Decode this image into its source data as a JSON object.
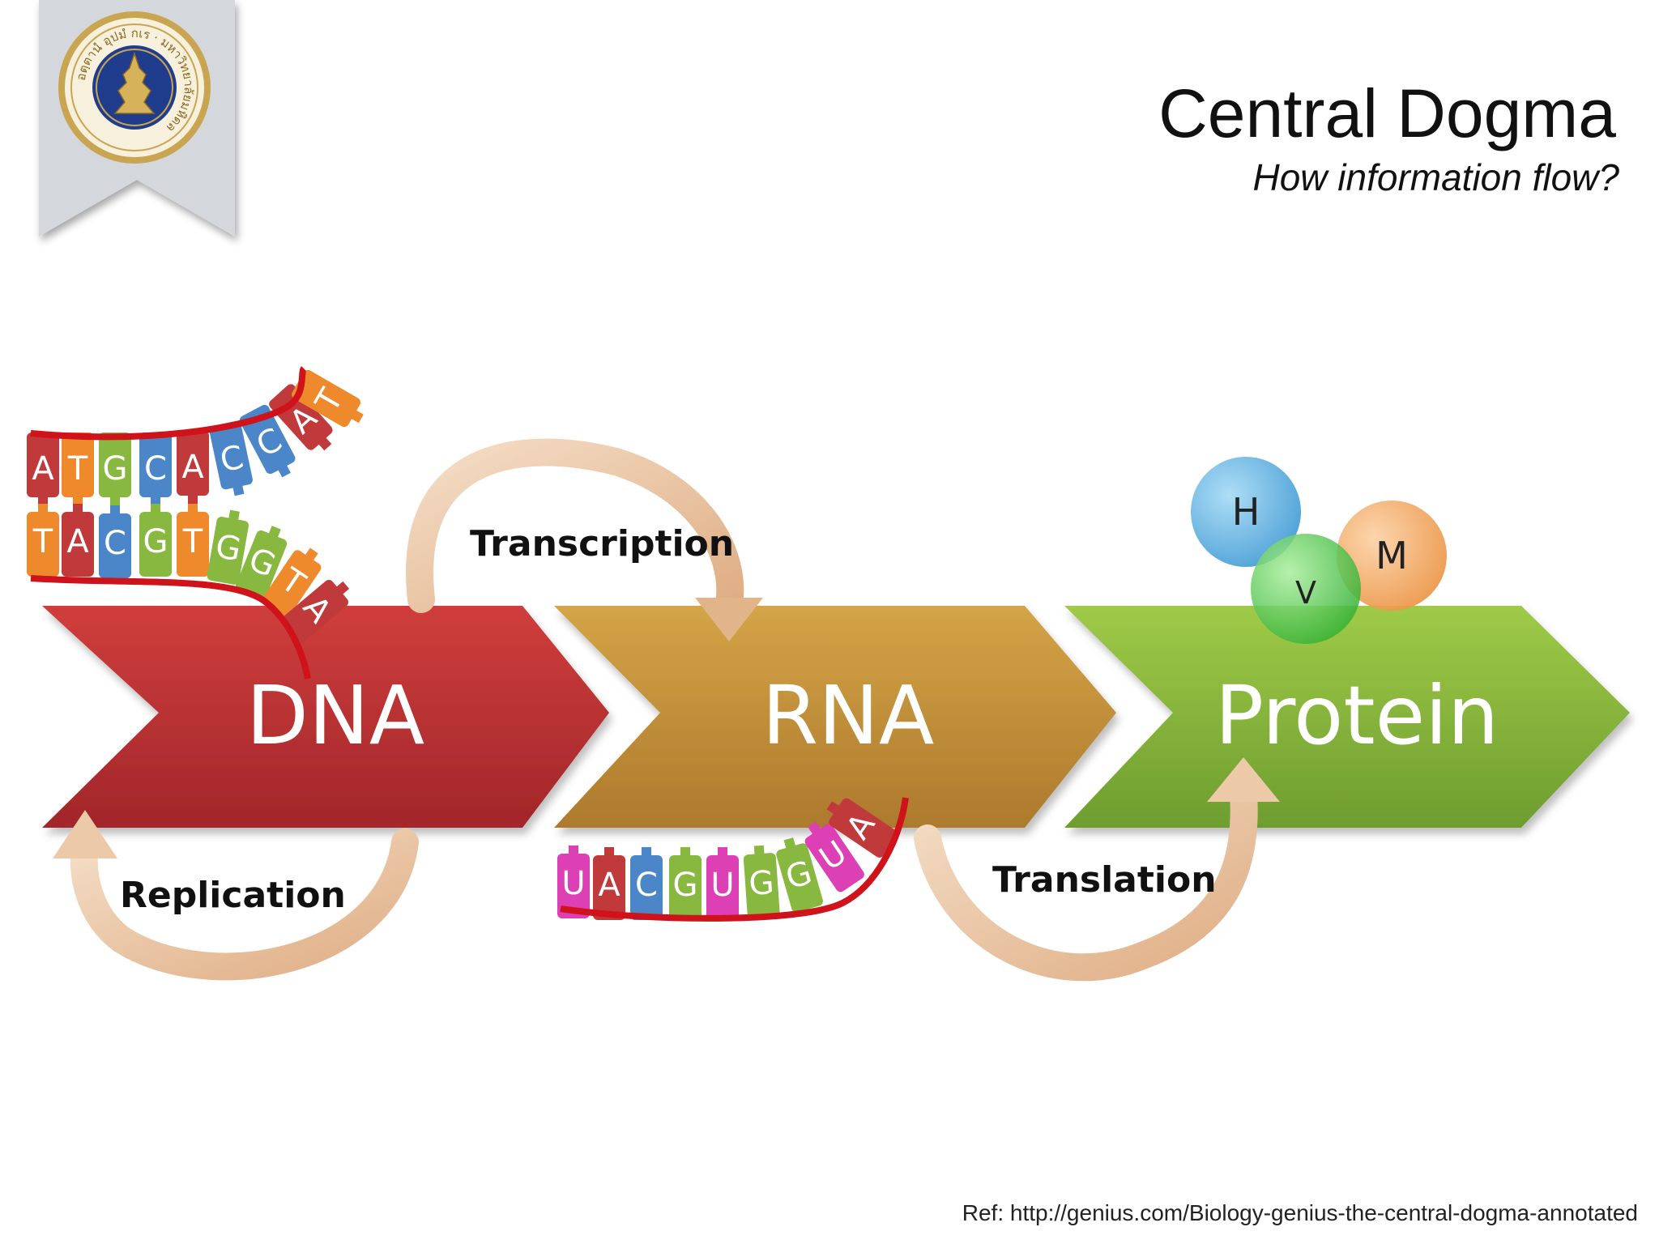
{
  "slide": {
    "title": "Central Dogma",
    "subtitle": "How information flow?",
    "reference": "Ref: http://genius.com/Biology-genius-the-central-dogma-annotated"
  },
  "logo": {
    "ring_text": "อตฺตานํ อุปมํ กเร · มหาวิทยาลัยมหิดล",
    "colors": {
      "ribbon": "#d4d7dc",
      "ring": "#c9a552",
      "center": "#1f3d8c"
    }
  },
  "diagram": {
    "stages": [
      {
        "label": "DNA",
        "color": "#b92d2c"
      },
      {
        "label": "RNA",
        "color": "#c5983b"
      },
      {
        "label": "Protein",
        "color": "#8dbb3d"
      }
    ],
    "processes": {
      "replication": "Replication",
      "transcription": "Transcription",
      "translation": "Translation"
    },
    "dna_top_strand": [
      "A",
      "T",
      "G",
      "C",
      "A",
      "C",
      "C",
      "A",
      "T"
    ],
    "dna_bottom_strand": [
      "T",
      "A",
      "C",
      "G",
      "T",
      "G",
      "G",
      "T",
      "A"
    ],
    "rna_strand": [
      "U",
      "A",
      "C",
      "G",
      "U",
      "G",
      "G",
      "U",
      "A"
    ],
    "amino_acids": [
      {
        "label": "H",
        "color": "#5aaee0"
      },
      {
        "label": "V",
        "color": "#48c048"
      },
      {
        "label": "M",
        "color": "#f0a055"
      }
    ],
    "base_colors": {
      "A": "#c0393b",
      "T": "#ee8a2c",
      "G": "#88b840",
      "C": "#4a86c8",
      "U": "#dd3fb4"
    },
    "strand_color": "#d0121b",
    "arrow_color": "#e9c4a4"
  }
}
